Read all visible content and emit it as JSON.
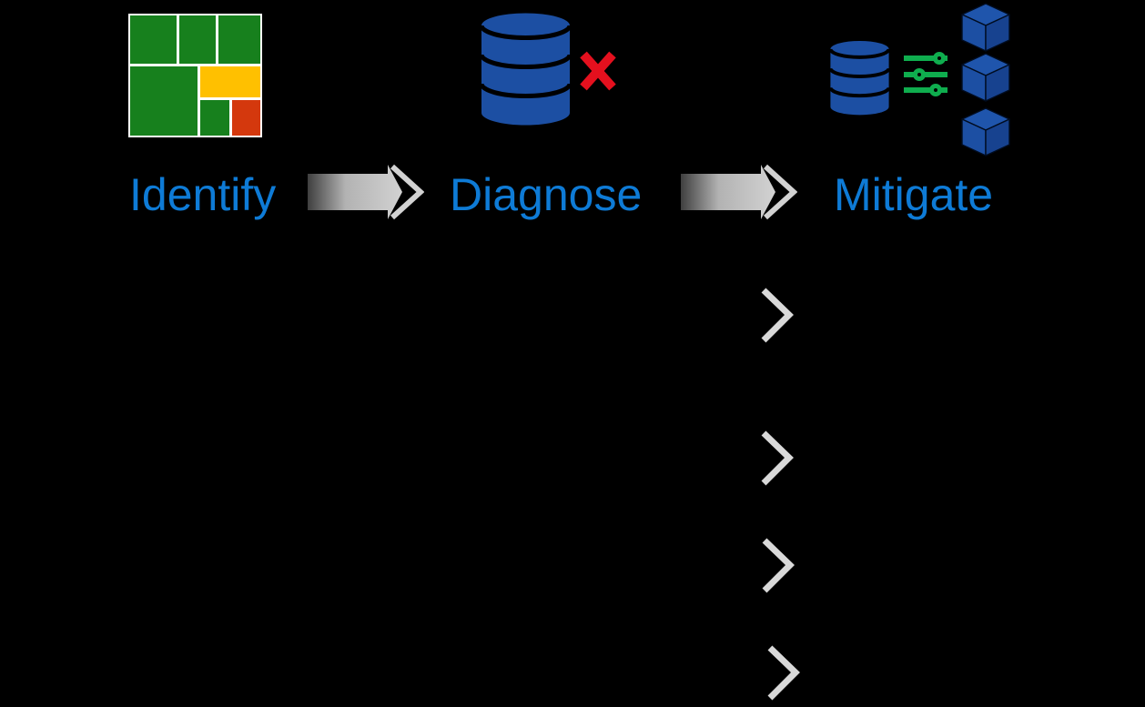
{
  "diagram": {
    "background": "#000000",
    "stages": [
      {
        "id": "identify",
        "label": "Identify",
        "icon": "treemap-icon"
      },
      {
        "id": "diagnose",
        "label": "Diagnose",
        "icon": "database-error-icon"
      },
      {
        "id": "mitigate",
        "label": "Mitigate",
        "icon": "database-tuning-cubes-icon"
      }
    ],
    "flow_arrow_count": 2,
    "chevron_bullet_count": 4
  },
  "colors": {
    "background": "#000000",
    "label-blue": "#0E7BD6",
    "db-blue": "#1C4FA3",
    "cube-top": "#1F55AC",
    "cube-right": "#17428F",
    "slider-green": "#0FAD4E",
    "error-red": "#E4101E",
    "treemap-green": "#17801D",
    "treemap-amber": "#FFC000",
    "treemap-red": "#D4380D",
    "treemap-border": "#FFFFFF",
    "arrow-gray": "#D2D2D2",
    "chevron-gray": "#D9D9D9"
  }
}
